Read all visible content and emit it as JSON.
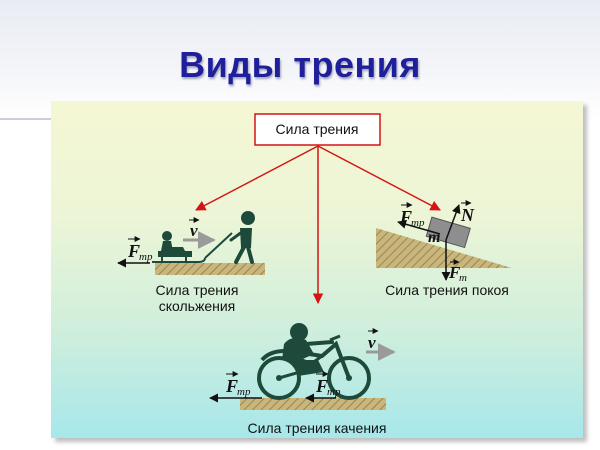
{
  "slide": {
    "title": "Виды трения"
  },
  "diagram": {
    "root": "Сила трения",
    "branches": [
      {
        "label_line1": "Сила трения",
        "label_line2": "скольжения"
      },
      {
        "label": "Сила трения покоя"
      },
      {
        "label": "Сила трения качения"
      }
    ],
    "symbols": {
      "force": "F",
      "friction_sub": "тр",
      "velocity": "v",
      "normal": "N",
      "mass": "m",
      "gravity_sub": "т"
    },
    "colors": {
      "title": "#1f1f9c",
      "connector": "#d41414",
      "ground": "#b8a46a",
      "figure": "#1e4a3c"
    }
  }
}
